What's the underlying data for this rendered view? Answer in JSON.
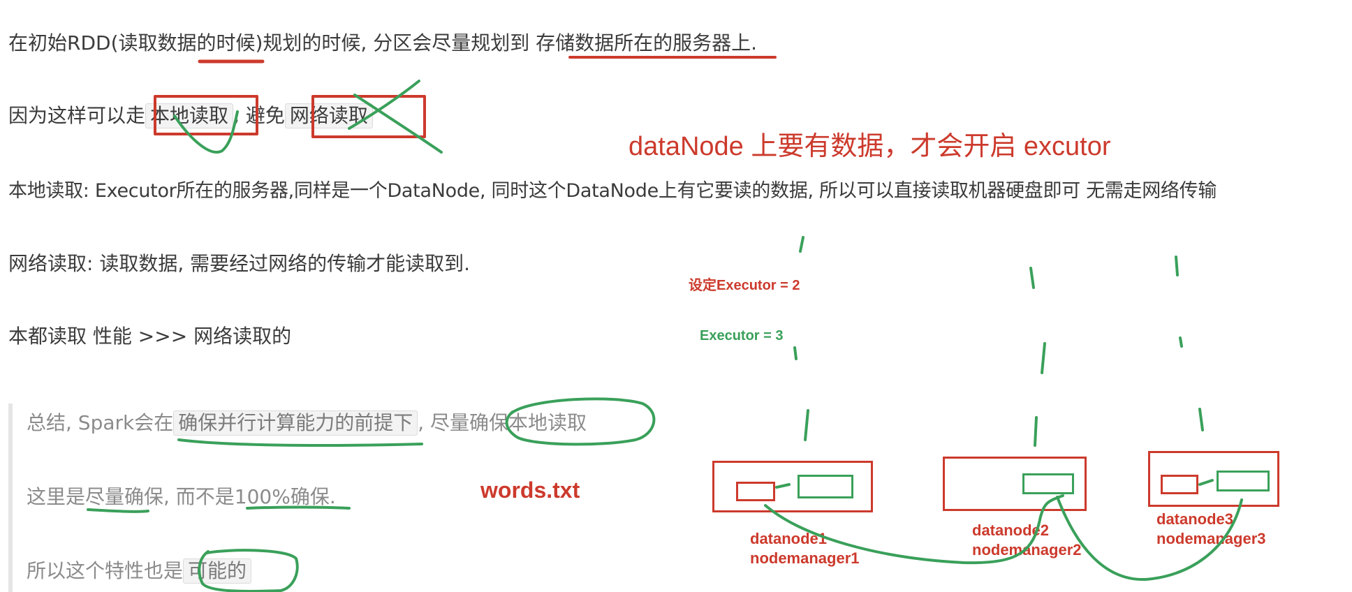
{
  "doc": {
    "line1": "在初始RDD(读取数据的时候)规划的时候, 分区会尽量规划到 存储数据所在的服务器上.",
    "line2_prefix": "因为这样可以走",
    "line2_code1": "本地读取",
    "line2_mid": ", 避免",
    "line2_code2": "网络读取",
    "line3": "本地读取: Executor所在的服务器,同样是一个DataNode, 同时这个DataNode上有它要读的数据, 所以可以直接读取机器硬盘即可 无需走网络传输",
    "line4": "网络读取: 读取数据, 需要经过网络的传输才能读取到.",
    "line5": "本都读取 性能 >>> 网络读取的",
    "quote": {
      "q1_prefix": "总结, Spark会在",
      "q1_code": "确保并行计算能力的前提下",
      "q1_suffix": ", 尽量确保本地读取",
      "q2": "这里是尽量确保, 而不是100%确保.",
      "q3_prefix": "所以这个特性也是",
      "q3_code": "可能的"
    }
  },
  "annotations": {
    "datanode_note": "dataNode 上要有数据，才会开启 excutor",
    "set_executor": "设定Executor = 2",
    "executor_count": "Executor = 3",
    "words_file": "words.txt",
    "nodes": [
      {
        "line1": "datanode1",
        "line2": "nodemanager1"
      },
      {
        "line1": "datanode2",
        "line2": "nodemanager2"
      },
      {
        "line1": "datanode3",
        "line2": "nodemanager3"
      }
    ]
  },
  "colors": {
    "annotation_red": "#cc3a2c",
    "annotation_green": "#3aa05a",
    "text": "#3b3b3b",
    "quote_text": "#8b8b8b"
  }
}
